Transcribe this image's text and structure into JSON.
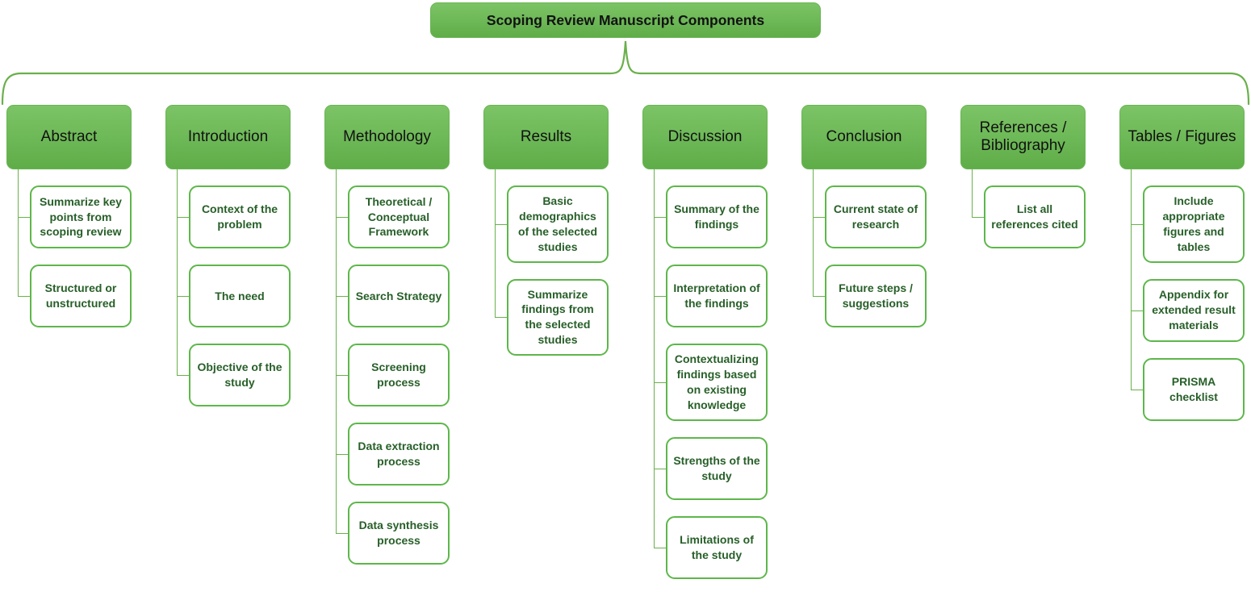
{
  "diagram": {
    "title": "Scoping Review Manuscript Components",
    "branches": [
      {
        "label": "Abstract",
        "children": [
          "Summarize key points from scoping review",
          "Structured or unstructured"
        ]
      },
      {
        "label": "Introduction",
        "children": [
          "Context of the problem",
          "The need",
          "Objective of the study"
        ]
      },
      {
        "label": "Methodology",
        "children": [
          "Theoretical / Conceptual Framework",
          "Search Strategy",
          "Screening process",
          "Data extraction process",
          "Data synthesis process"
        ]
      },
      {
        "label": "Results",
        "children": [
          "Basic demographics of the selected studies",
          "Summarize findings from the selected studies"
        ]
      },
      {
        "label": "Discussion",
        "children": [
          "Summary of the findings",
          "Interpretation of the findings",
          "Contextualizing findings based on existing knowledge",
          "Strengths of the study",
          "Limitations of the study"
        ]
      },
      {
        "label": "Conclusion",
        "children": [
          "Current state of research",
          "Future steps / suggestions"
        ]
      },
      {
        "label": "References / Bibliography",
        "children": [
          "List all references cited"
        ]
      },
      {
        "label": "Tables / Figures",
        "children": [
          "Include appropriate figures and tables",
          "Appendix for extended result materials",
          "PRISMA checklist"
        ]
      }
    ]
  },
  "colors": {
    "background": "#ffffff",
    "node_fill_top": "#7cc466",
    "node_fill_bottom": "#5fad49",
    "node_border": "#69b553",
    "node_text": "#121212",
    "child_border": "#5db74a",
    "child_text": "#275f28",
    "line": "#6ab04c"
  }
}
